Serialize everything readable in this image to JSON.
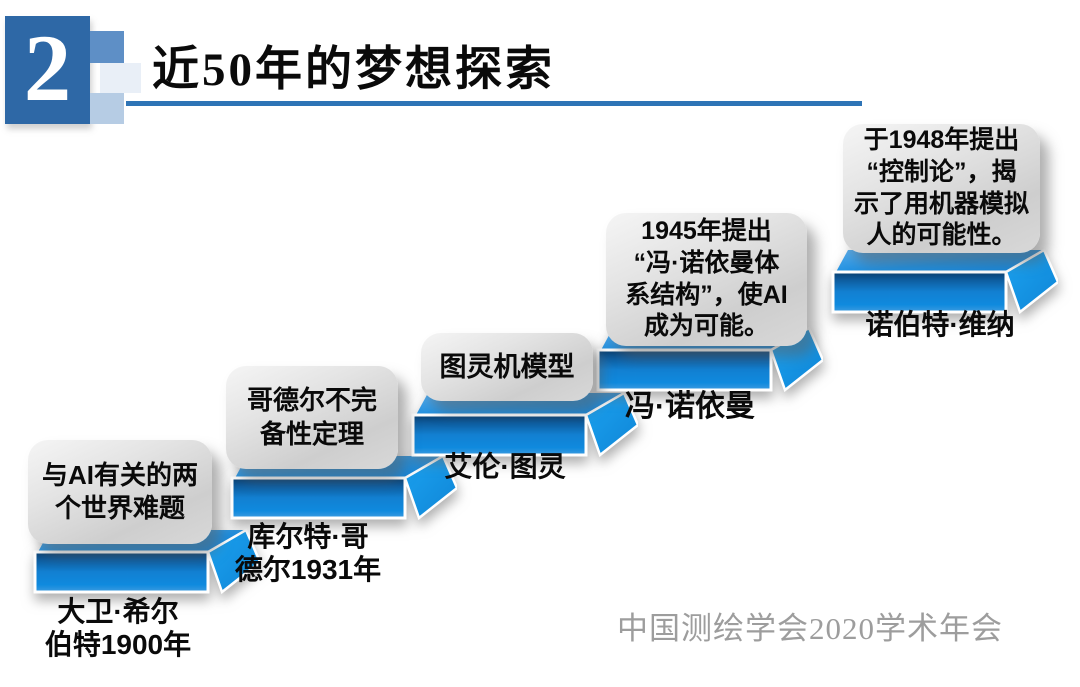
{
  "header": {
    "number": "2",
    "title": "近50年的梦想探索"
  },
  "steps": [
    {
      "id": "hilbert",
      "callout": "与AI有关的两\n个世界难题",
      "label": "大卫·希尔\n伯特1900年"
    },
    {
      "id": "godel",
      "callout": "哥德尔不完\n备性定理",
      "label": "库尔特·哥\n德尔1931年"
    },
    {
      "id": "turing",
      "callout": "图灵机模型",
      "label": "艾伦·图灵"
    },
    {
      "id": "vonneumann",
      "callout": "1945年提出\n“冯·诺依曼体\n系结构”，使AI\n成为可能。",
      "label": "冯·诺依曼"
    },
    {
      "id": "wiener",
      "callout": "于1948年提出\n“控制论”，揭\n示了用机器模拟\n人的可能性。",
      "label": "诺伯特·维纳"
    }
  ],
  "footer": {
    "text": "中国测绘学会2020学术年会"
  },
  "colors": {
    "accent_blue": "#2E74B6",
    "number_box_blue": "#2E68A6",
    "block_front_blue": "#0F86DC",
    "block_top_blue": "#2E9BE6",
    "callout_gray": "#D9D9D9",
    "footer_gray": "#9D9D9D"
  }
}
